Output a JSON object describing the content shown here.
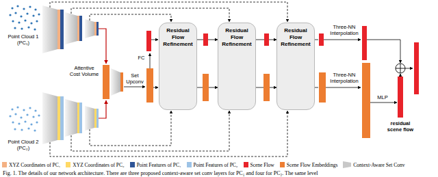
{
  "diagram": {
    "caption": "Fig. 1. The details of our network architecture. There are three proposed context-aware set conv layers for PC₁ and four for PC₂. The same level",
    "nodes": [
      {
        "text": [
          "Residual Flow Refinement"
        ]
      },
      {
        "text": [
          "Residual Flow Refinement"
        ]
      },
      {
        "text": [
          "Residual Flow Refinement"
        ]
      }
    ],
    "edges": [
      {
        "from": 0,
        "to": 1,
        "arrow": "to"
      },
      {
        "from": 0,
        "to": 1,
        "arrow": "to"
      },
      {
        "from": 1,
        "to": 2,
        "arrow": "to"
      },
      {
        "from": 1,
        "to": 2,
        "arrow": "to"
      }
    ],
    "labels": [
      "Point Cloud 1 (PC₁)",
      "Point Cloud 2 (PC₂)",
      "Attentive Cost Volume",
      "FC",
      "Set Upconv",
      "Three-NN Interpolation",
      "Three-NN Interpolation",
      "MLP",
      "residual scene flow"
    ],
    "legend": [
      {
        "text": "XYZ Coordinates of PC₁",
        "color": "#f4b183"
      },
      {
        "text": "XYZ Coordinates of PC₂",
        "color": "#ffd966"
      },
      {
        "text": "Point Features of PC₁",
        "color": "#2f5597"
      },
      {
        "text": "Point Features of PC₂",
        "color": "#9dc3e6"
      },
      {
        "text": "Scene Flow",
        "color": "#e8232a"
      },
      {
        "text": "Scene Flow Embeddings",
        "color": "#ed7d31"
      },
      {
        "text": "Context-Aware Set Conv"
      }
    ]
  }
}
